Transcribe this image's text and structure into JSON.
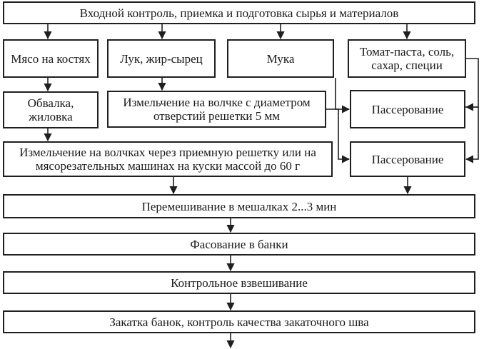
{
  "nodes": {
    "input_control": "Входной контроль, приемка и подготовка сырья и материалов",
    "meat": "Мясо на костях",
    "onion_fat": "Лук, жир-сырец",
    "flour": "Мука",
    "tomato": "Томат-паста, соль, сахар, специи",
    "deboning": "Обвалка, жиловка",
    "grind_onion": "Измельчение на волчке с диаметром отверстий решетки 5 мм",
    "saute_1": "Пассерование",
    "grind_meat": "Измельчение на волчках через приемную решетку или на мясорезательных машинах на куски массой до 60 г",
    "saute_2": "Пассерование",
    "mixing": "Перемешивание в мешалках 2...3 мин",
    "packing": "Фасование в банки",
    "weighing": "Контрольное взвешивание",
    "sealing": "Закатка банок, контроль качества закаточного шва"
  }
}
